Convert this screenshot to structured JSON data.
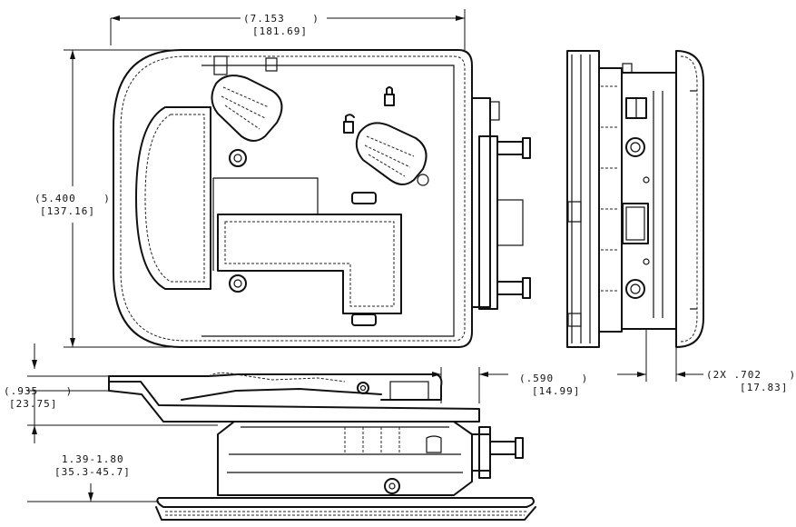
{
  "dimensions": {
    "width_in": "(7.153    )",
    "width_mm": "[181.69]",
    "height_in": "(5.400    )",
    "height_mm": "[137.16]",
    "flange_in": "(.935    )",
    "flange_mm": "[23.75]",
    "depth_in": "(.590    )",
    "depth_mm": "[14.99]",
    "spacing_in": "(2X .702    )",
    "spacing_mm": "[17.83]",
    "range_in": "1.39-1.80",
    "range_mm": "[35.3-45.7]"
  }
}
